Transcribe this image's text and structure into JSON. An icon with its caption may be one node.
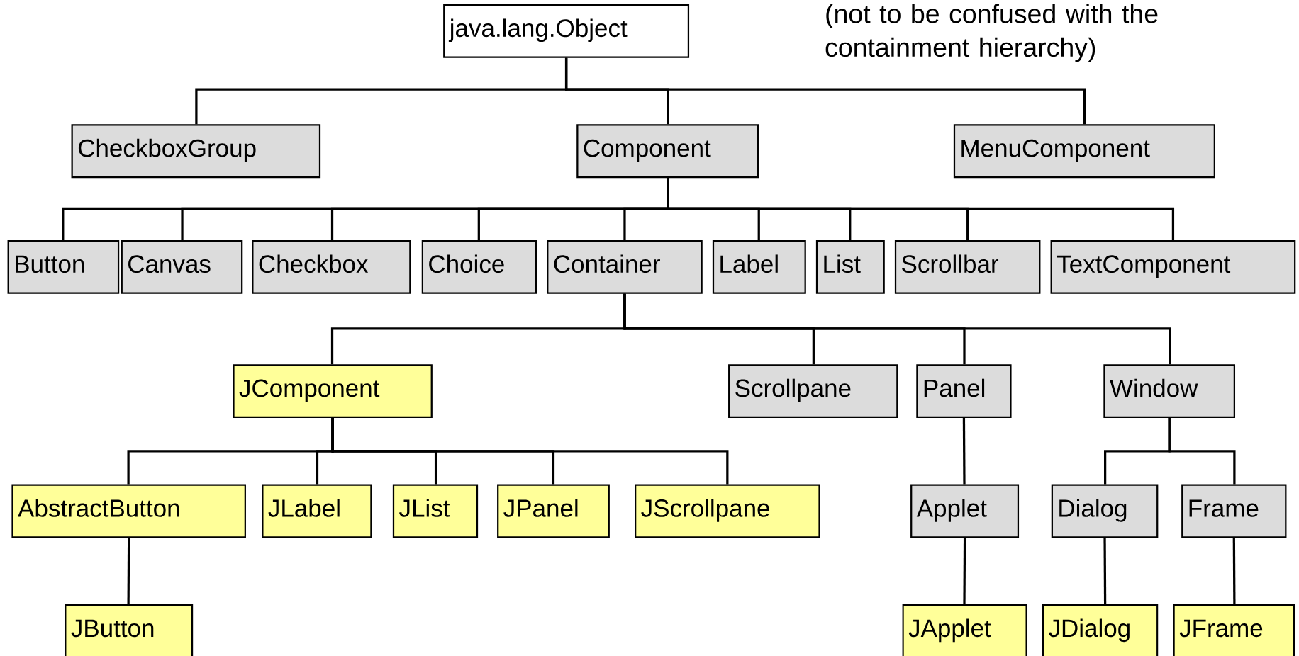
{
  "diagram": {
    "nodes": [
      {
        "text": [
          "java.lang.Object"
        ]
      },
      {
        "text": [
          "CheckboxGroup"
        ]
      },
      {
        "text": [
          "Component"
        ]
      },
      {
        "text": [
          "MenuComponent"
        ]
      },
      {
        "text": [
          "Button"
        ]
      },
      {
        "text": [
          "Canvas"
        ]
      },
      {
        "text": [
          "Checkbox"
        ]
      },
      {
        "text": [
          "Choice"
        ]
      },
      {
        "text": [
          "Container"
        ]
      },
      {
        "text": [
          "Label"
        ]
      },
      {
        "text": [
          "List"
        ]
      },
      {
        "text": [
          "Scrollbar"
        ]
      },
      {
        "text": [
          "TextComponent"
        ]
      },
      {
        "text": [
          "JComponent"
        ]
      },
      {
        "text": [
          "Scrollpane"
        ]
      },
      {
        "text": [
          "Panel"
        ]
      },
      {
        "text": [
          "Window"
        ]
      },
      {
        "text": [
          "AbstractButton"
        ]
      },
      {
        "text": [
          "JLabel"
        ]
      },
      {
        "text": [
          "JList"
        ]
      },
      {
        "text": [
          "JPanel"
        ]
      },
      {
        "text": [
          "JScrollpane"
        ]
      },
      {
        "text": [
          "Applet"
        ]
      },
      {
        "text": [
          "Dialog"
        ]
      },
      {
        "text": [
          "Frame"
        ]
      },
      {
        "text": [
          "JButton"
        ]
      },
      {
        "text": [
          "JApplet"
        ]
      },
      {
        "text": [
          "JDialog"
        ]
      },
      {
        "text": [
          "JFrame"
        ]
      }
    ],
    "edges": [
      {
        "from": 0,
        "to": 1,
        "arrow": "none"
      },
      {
        "from": 0,
        "to": 2,
        "arrow": "none"
      },
      {
        "from": 0,
        "to": 3,
        "arrow": "none"
      },
      {
        "from": 2,
        "to": 4,
        "arrow": "none"
      },
      {
        "from": 2,
        "to": 5,
        "arrow": "none"
      },
      {
        "from": 2,
        "to": 6,
        "arrow": "none"
      },
      {
        "from": 2,
        "to": 7,
        "arrow": "none"
      },
      {
        "from": 2,
        "to": 8,
        "arrow": "none"
      },
      {
        "from": 2,
        "to": 9,
        "arrow": "none"
      },
      {
        "from": 2,
        "to": 10,
        "arrow": "none"
      },
      {
        "from": 2,
        "to": 11,
        "arrow": "none"
      },
      {
        "from": 2,
        "to": 12,
        "arrow": "none"
      },
      {
        "from": 8,
        "to": 13,
        "arrow": "none"
      },
      {
        "from": 8,
        "to": 14,
        "arrow": "none"
      },
      {
        "from": 8,
        "to": 15,
        "arrow": "none"
      },
      {
        "from": 8,
        "to": 16,
        "arrow": "none"
      },
      {
        "from": 13,
        "to": 17,
        "arrow": "none"
      },
      {
        "from": 13,
        "to": 18,
        "arrow": "none"
      },
      {
        "from": 13,
        "to": 19,
        "arrow": "none"
      },
      {
        "from": 13,
        "to": 20,
        "arrow": "none"
      },
      {
        "from": 13,
        "to": 21,
        "arrow": "none"
      },
      {
        "from": 15,
        "to": 22,
        "arrow": "none"
      },
      {
        "from": 16,
        "to": 23,
        "arrow": "none"
      },
      {
        "from": 16,
        "to": 24,
        "arrow": "none"
      },
      {
        "from": 17,
        "to": 25,
        "arrow": "none"
      },
      {
        "from": 22,
        "to": 26,
        "arrow": "none"
      },
      {
        "from": 23,
        "to": 27,
        "arrow": "none"
      },
      {
        "from": 24,
        "to": 28,
        "arrow": "none"
      }
    ],
    "labels": [
      "(not to be confused with the containment hierarchy)"
    ]
  }
}
